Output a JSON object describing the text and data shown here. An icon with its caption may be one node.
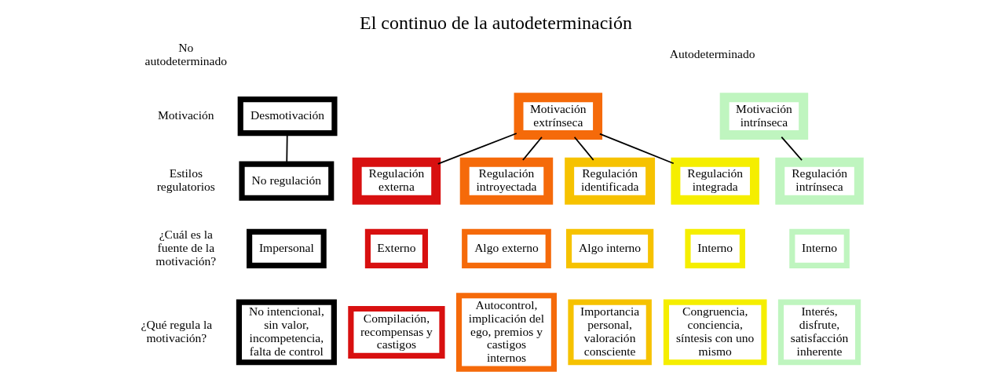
{
  "diagram": {
    "title": "El continuo de la autodeterminación",
    "nodes": [
      {
        "text": [
          "Desmotivación"
        ]
      },
      {
        "text": [
          "Motivación extrínseca"
        ]
      },
      {
        "text": [
          "Motivación intrínseca"
        ]
      },
      {
        "text": [
          "No regulación"
        ]
      },
      {
        "text": [
          "Regulación externa"
        ]
      },
      {
        "text": [
          "Regulación introyectada"
        ]
      },
      {
        "text": [
          "Regulación identificada"
        ]
      },
      {
        "text": [
          "Regulación integrada"
        ]
      },
      {
        "text": [
          "Regulación intrínseca"
        ]
      },
      {
        "text": [
          "Impersonal"
        ]
      },
      {
        "text": [
          "Externo"
        ]
      },
      {
        "text": [
          "Algo externo"
        ]
      },
      {
        "text": [
          "Algo interno"
        ]
      },
      {
        "text": [
          "Interno"
        ]
      },
      {
        "text": [
          "Interno"
        ]
      },
      {
        "text": [
          "No intencional, sin valor, incompetencia, falta de control"
        ]
      },
      {
        "text": [
          "Compilación, recompensas y castigos"
        ]
      },
      {
        "text": [
          "Autocontrol, implicación del ego, premios y castigos internos"
        ]
      },
      {
        "text": [
          "Importancia personal, valoración consciente"
        ]
      },
      {
        "text": [
          "Congruencia, conciencia, síntesis con uno mismo"
        ]
      },
      {
        "text": [
          "Interés, disfrute, satisfacción inherente"
        ]
      }
    ],
    "edges": [
      {
        "from": 0,
        "to": 3,
        "arrow": "none"
      },
      {
        "from": 1,
        "to": 4,
        "arrow": "none"
      },
      {
        "from": 1,
        "to": 5,
        "arrow": "none"
      },
      {
        "from": 1,
        "to": 6,
        "arrow": "none"
      },
      {
        "from": 1,
        "to": 7,
        "arrow": "none"
      },
      {
        "from": 2,
        "to": 8,
        "arrow": "none"
      }
    ],
    "labels": [
      "No autodeterminado",
      "Autodeterminado",
      "Motivación",
      "Estilos regulatorios",
      "¿Cuál es la fuente de la motivación?",
      "¿Qué regula la motivación?"
    ]
  }
}
